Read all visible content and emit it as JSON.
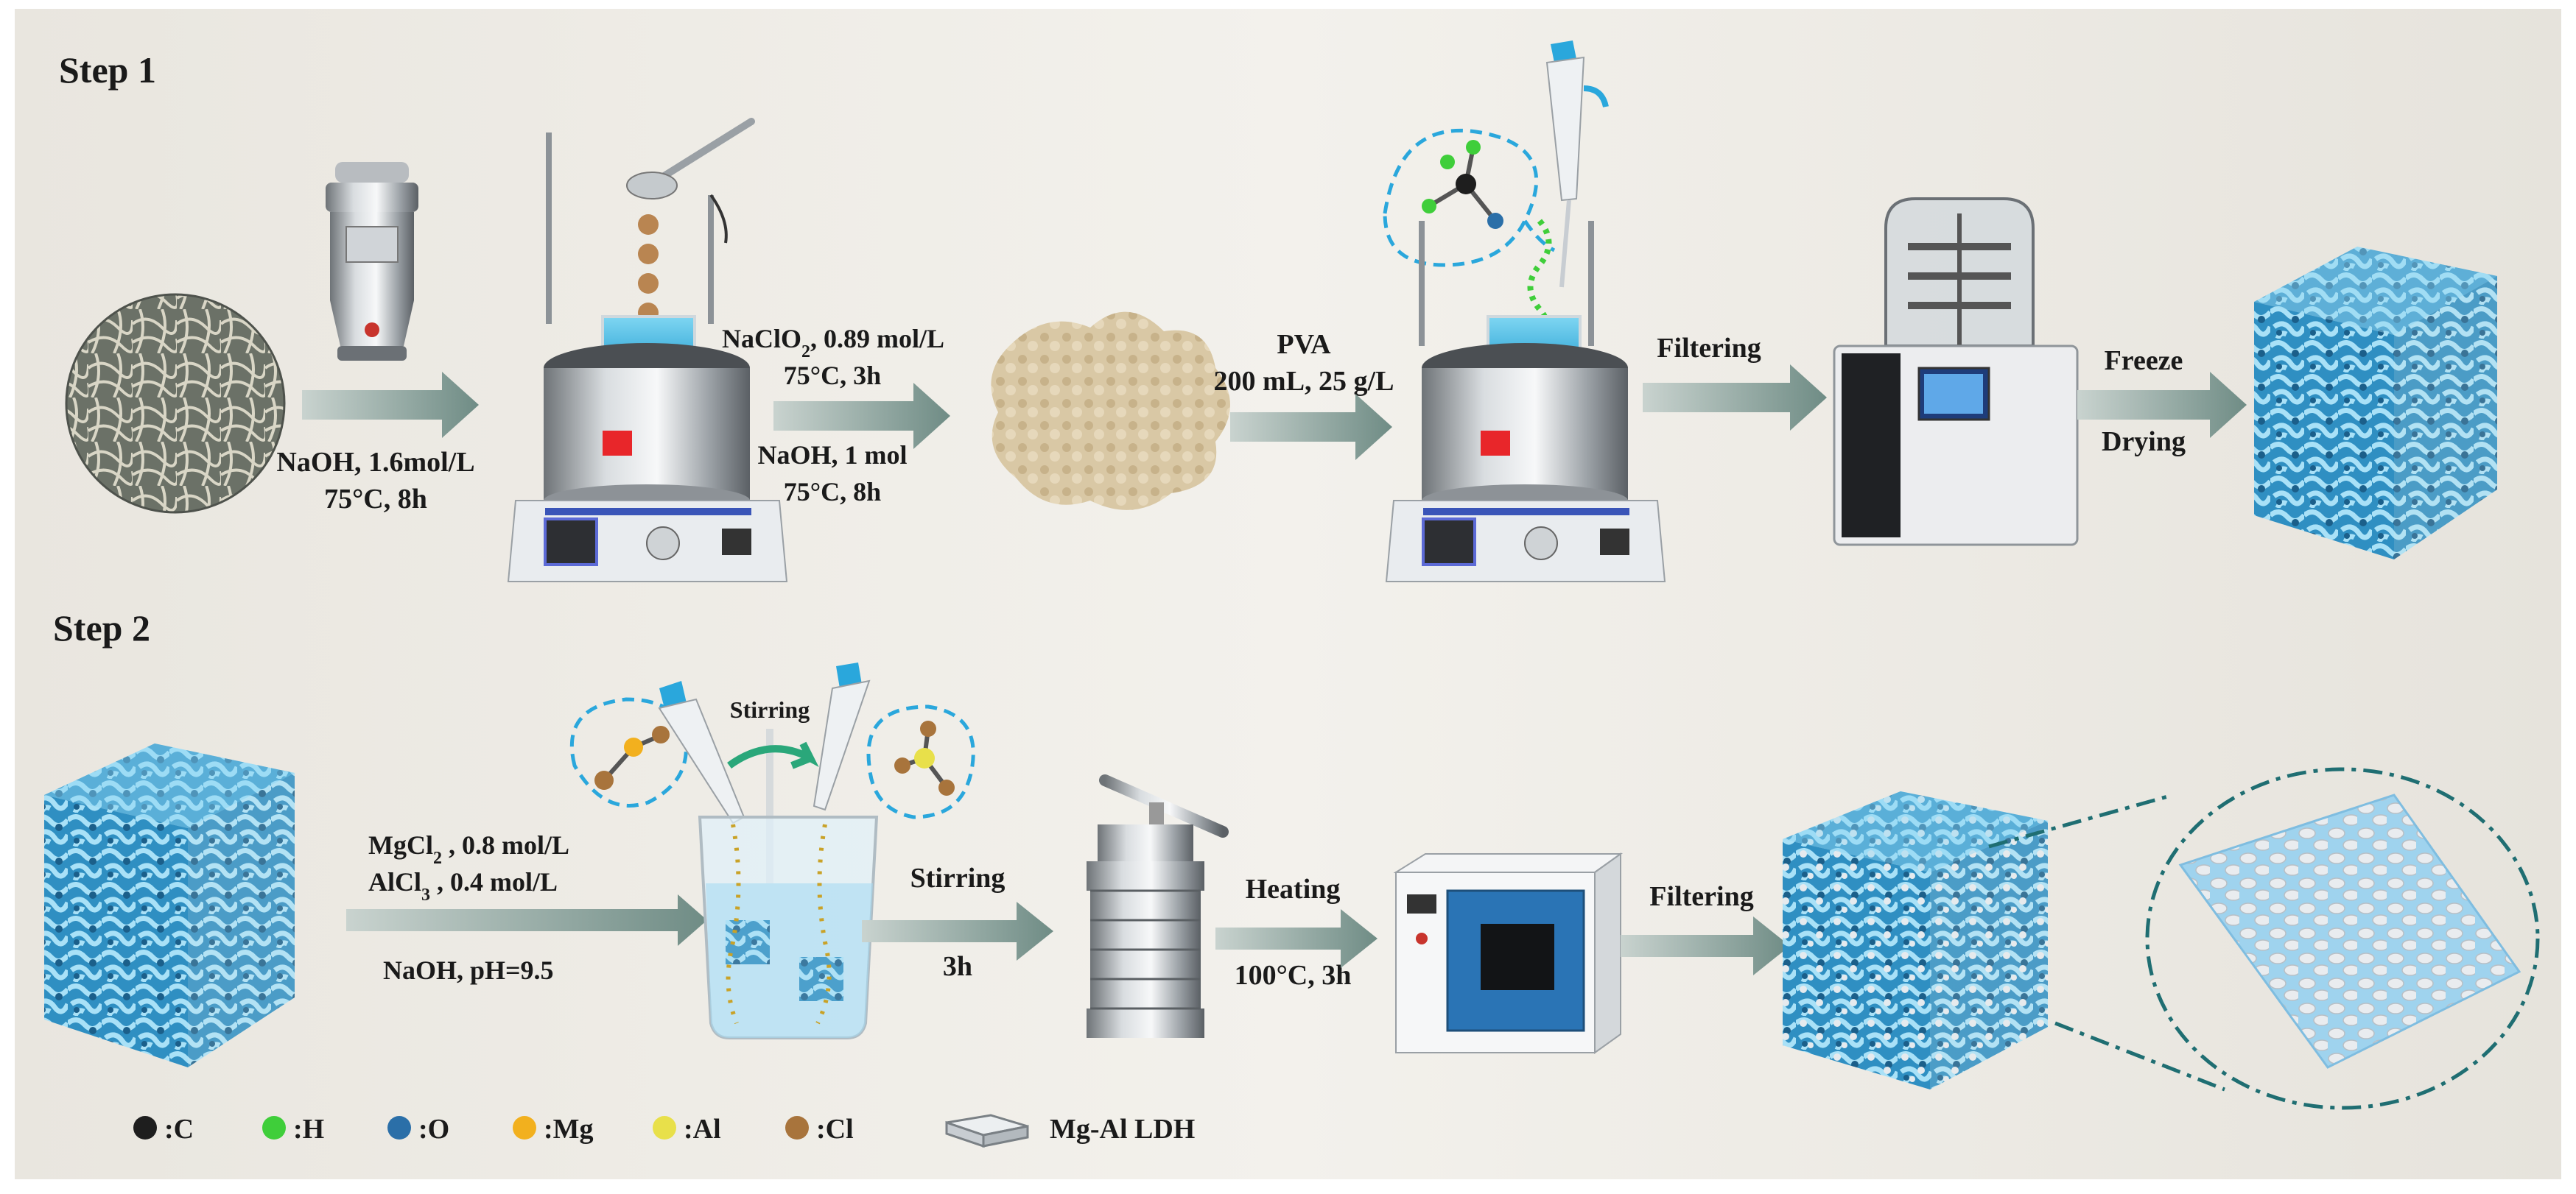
{
  "steps": [
    {
      "label": "Step 1"
    },
    {
      "label": "Step 2"
    }
  ],
  "step1": {
    "grind": {
      "line1": "NaOH, 1.6mol/L",
      "line2": "75°C, 8h"
    },
    "bleach": {
      "line1_main": "NaClO",
      "line1_sub": "2",
      "line1_rest": ", 0.89 mol/L",
      "line2": "75°C, 3h",
      "line3": "NaOH, 1 mol",
      "line4": "75°C, 8h"
    },
    "pva": {
      "line1": "PVA",
      "line2": "200 mL, 25 g/L"
    },
    "filter": {
      "label": "Filtering"
    },
    "freeze": {
      "line1": "Freeze",
      "line2": "Drying"
    }
  },
  "step2": {
    "reagents": {
      "mg_main": "MgCl",
      "mg_sub": "2",
      "mg_rest": " , 0.8 mol/L",
      "al_main": "AlCl",
      "al_sub": "3",
      "al_rest": " , 0.4 mol/L",
      "naoh": "NaOH, pH=9.5"
    },
    "beaker_label": "Stirring",
    "stir": {
      "line1": "Stirring",
      "line2": "3h"
    },
    "heat": {
      "line1": "Heating",
      "line2": "100°C, 3h"
    },
    "filter": {
      "label": "Filtering"
    }
  },
  "legend": [
    {
      "label": ":C",
      "color": "#1e1e1e"
    },
    {
      "label": ":H",
      "color": "#3fce3a"
    },
    {
      "label": ":O",
      "color": "#2b6fa8"
    },
    {
      "label": ":Mg",
      "color": "#f2b01e"
    },
    {
      "label": ":Al",
      "color": "#e8e04a"
    },
    {
      "label": ":Cl",
      "color": "#a8743c"
    },
    {
      "label": "Mg-Al LDH",
      "color": "#c8cdd2"
    }
  ],
  "colors": {
    "arrow": "#7f9a93",
    "foam": "#3fa9d8",
    "dashed": "#2aa7dc",
    "teal_dashdot": "#1f6e72",
    "background": "#ece9e3"
  }
}
